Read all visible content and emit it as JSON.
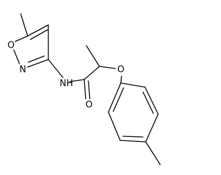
{
  "structure": {
    "atoms": [
      {
        "id": "o_ring",
        "label": "O"
      },
      {
        "id": "n_ring",
        "label": "N"
      },
      {
        "id": "nh",
        "label": "NH"
      },
      {
        "id": "o_ether",
        "label": "O"
      },
      {
        "id": "o_carbonyl",
        "label": "O"
      }
    ],
    "colors": {
      "bond": "#000000",
      "label": "#000000",
      "background": "#ffffff"
    }
  }
}
